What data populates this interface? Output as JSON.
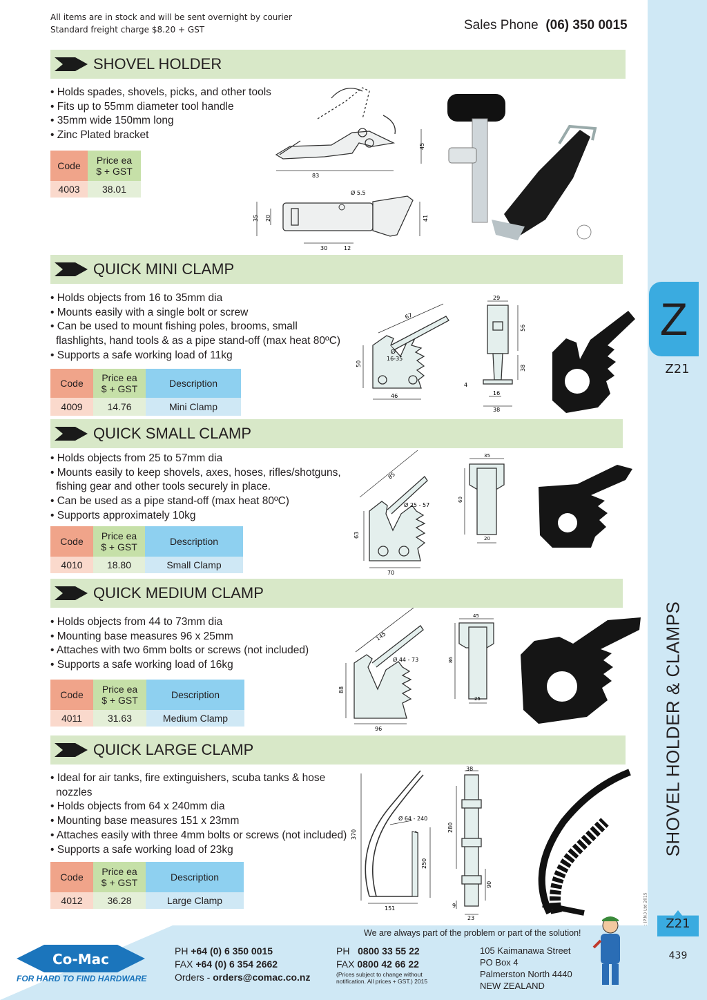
{
  "top": {
    "stock_line1": "All items are in stock and will be sent overnight by courier",
    "stock_line2": "Standard freight charge $8.20 + GST",
    "phone_label": "Sales Phone",
    "phone_number": "(06) 350 0015"
  },
  "sidebar": {
    "tab_letter": "Z",
    "tab_code": "Z21",
    "vertical_title": "SHOVEL HOLDER & CLAMPS",
    "copyright": "© Co-Mac (P.N.) Ltd 2015",
    "bottom_code": "Z21",
    "page_number": "439"
  },
  "table_headers": {
    "code": "Code",
    "price_line1": "Price ea",
    "price_line2": "$ + GST",
    "description": "Description"
  },
  "sections": [
    {
      "title": "SHOVEL HOLDER",
      "bullets": [
        "• Holds spades, shovels, picks, and other tools",
        "• Fits up to 55mm diameter tool handle",
        "• 35mm wide 150mm long",
        "• Zinc Plated bracket"
      ],
      "code": "4003",
      "price": "38.01",
      "description": "",
      "dims": {
        "d1": "45",
        "d2": "83",
        "d3": "Ø 5.5",
        "d4": "35",
        "d5": "20",
        "d6": "41",
        "d7": "30",
        "d8": "12"
      }
    },
    {
      "title": "QUICK MINI CLAMP",
      "bullets": [
        "• Holds objects from 16 to 35mm dia",
        "• Mounts easily with a single bolt or screw",
        "• Can be used to mount fishing poles, brooms, small",
        "  flashlights, hand tools & as a pipe stand-off (max heat 80ºC)",
        "• Supports a safe working load of 11kg"
      ],
      "code": "4009",
      "price": "14.76",
      "description": "Mini Clamp",
      "dims": {
        "d1": "67",
        "d2": "Ø",
        "d3": "16-35",
        "d4": "50",
        "d5": "46",
        "d6": "29",
        "d7": "56",
        "d8": "38",
        "d9": "4",
        "d10": "16",
        "d11": "38"
      }
    },
    {
      "title": "QUICK SMALL CLAMP",
      "bullets": [
        "• Holds objects from 25 to 57mm dia",
        "• Mounts easily to keep shovels, axes, hoses, rifles/shotguns,",
        "  fishing gear and other tools securely in place.",
        "• Can be used as a pipe stand-off (max heat 80ºC)",
        "• Supports approximately 10kg"
      ],
      "code": "4010",
      "price": "18.80",
      "description": "Small Clamp",
      "dims": {
        "d1": "85",
        "d2": "Ø 25 - 57",
        "d3": "63",
        "d4": "70",
        "d5": "35",
        "d6": "60",
        "d7": "20"
      }
    },
    {
      "title": "QUICK MEDIUM CLAMP",
      "bullets": [
        "• Holds objects from 44 to 73mm dia",
        "• Mounting base measures 96 x 25mm",
        "• Attaches with two 6mm bolts or screws (not included)",
        "• Supports a safe working load of 16kg"
      ],
      "code": "4011",
      "price": "31.63",
      "description": "Medium Clamp",
      "dims": {
        "d1": "145",
        "d2": "Ø 44 - 73",
        "d3": "88",
        "d4": "96",
        "d5": "45",
        "d6": "86",
        "d7": "25"
      }
    },
    {
      "title": "QUICK LARGE CLAMP",
      "bullets": [
        "• Ideal for air tanks, fire extinguishers, scuba tanks & hose",
        "  nozzles",
        "• Holds objects from 64 x 240mm dia",
        "• Mounting base measures 151 x 23mm",
        "• Attaches easily with three 4mm bolts or screws (not included)",
        "• Supports a safe working load of 23kg"
      ],
      "code": "4012",
      "price": "36.28",
      "description": "Large Clamp",
      "dims": {
        "d1": "370",
        "d2": "Ø 64 - 240",
        "d3": "250",
        "d4": "151",
        "d5": "38",
        "d6": "280",
        "d7": "90",
        "d8": "9",
        "d9": "23"
      }
    }
  ],
  "footer": {
    "slogan": "We are always part of the problem or part of the solution!",
    "logo_text": "Co-Mac",
    "tagline": "FOR HARD TO FIND HARDWARE",
    "ph_label": "PH",
    "ph_value": "+64 (0) 6 350 0015",
    "fax_label": "FAX",
    "fax_value": "+64 (0) 6 354 2662",
    "orders_label": "Orders -",
    "orders_value": "orders@comac.co.nz",
    "ph2_label": "PH",
    "ph2_value": "0800 33 55 22",
    "fax2_label": "FAX",
    "fax2_value": "0800 42 66 22",
    "note": "(Prices subject to change without notification. All prices + GST.)  2015",
    "addr1": "105 Kaimanawa Street",
    "addr2": "PO Box 4",
    "addr3": "Palmerston North 4440",
    "addr4": "NEW ZEALAND"
  },
  "colors": {
    "header_bg": "#d8e8c8",
    "sidebar_bg": "#cfe8f5",
    "tab_blue": "#3aabe0",
    "code_head": "#f0a48a",
    "price_head": "#c6e0a8",
    "desc_head": "#8ed0f0",
    "logo_blue": "#1b75bc"
  }
}
